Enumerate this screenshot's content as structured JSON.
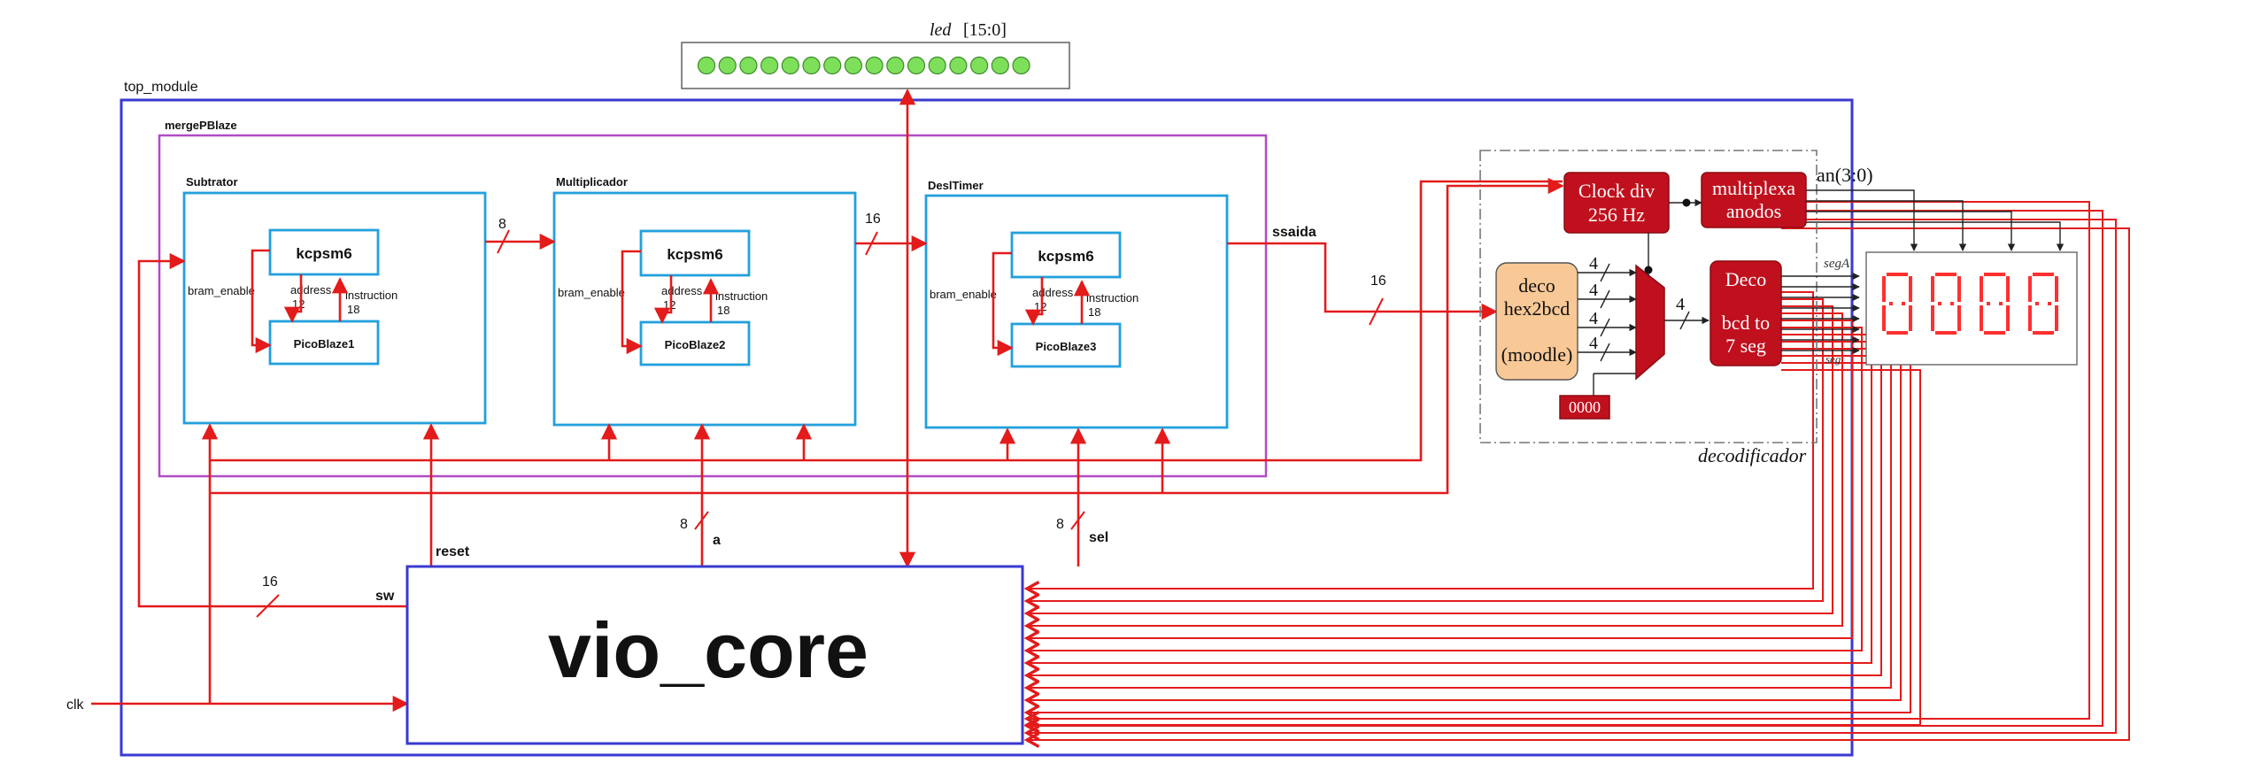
{
  "labels": {
    "led": "led",
    "led_range": "[15:0]",
    "top_module": "top_module",
    "merge": "mergePBlaze",
    "subtrator": "Subtrator",
    "multiplicador": "Multiplicador",
    "desltimer": "DeslTimer",
    "kcpsm6": "kcpsm6",
    "bram_enable": "bram_enable",
    "address": "address",
    "instruction": "instruction",
    "width_12": "12",
    "width_18": "18",
    "pico1": "PicoBlaze1",
    "pico2": "PicoBlaze2",
    "pico3": "PicoBlaze3",
    "bus_8": "8",
    "bus_16": "16",
    "ssaida": "ssaida",
    "reset": "reset",
    "sw": "sw",
    "a": "a",
    "sel": "sel",
    "clk": "clk",
    "vio_core": "vio_core",
    "clock_div_1": "Clock div",
    "clock_div_2": "256 Hz",
    "multiplexa_1": "multiplexa",
    "multiplexa_2": "anodos",
    "an": "an(3:0)",
    "seg": "seg",
    "seg_sub": "A",
    "seg_bottom": "seg",
    "deco_hex_1": "deco",
    "deco_hex_2": "hex2bcd",
    "deco_hex_3": "(moodle)",
    "deco_bcd_1": "Deco",
    "deco_bcd_2": "bcd to",
    "deco_bcd_3": "7 seg",
    "const_0000": "0000",
    "bus_4": "4",
    "decodificador": "decodificador"
  },
  "led_count": 16,
  "digit_count": 4,
  "colors": {
    "wire": "#e31b1b",
    "top_box": "#3a3ad0",
    "merge_box": "#b04bc4",
    "sub_box": "#22a0dc",
    "led_on": "#7ee05a",
    "block_red": "#c0101e",
    "block_peach": "#f8c896"
  }
}
